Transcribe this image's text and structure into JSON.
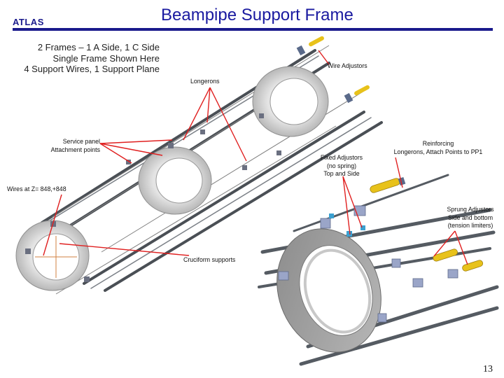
{
  "header": {
    "logo_text": "ATLAS",
    "title": "Beampipe Support Frame"
  },
  "description": {
    "lines": [
      "2 Frames – 1 A Side, 1 C Side",
      "Single Frame Shown Here",
      "4 Support Wires, 1 Support Plane"
    ]
  },
  "labels": {
    "wire_adjustors": "Wire Adjustors",
    "longerons": "Longerons",
    "service_panel": [
      "Service panel",
      "Attachment points"
    ],
    "fixed_adjustors": [
      "Fixed Adjustors",
      "(no spring)",
      "Top and Side"
    ],
    "reinforcing": [
      "Reinforcing",
      "Longerons, Attach Points to PP1"
    ],
    "wires_at_z": "Wires at Z= 848,+848",
    "sprung_adjustors": [
      "Sprung Adjustors",
      "Side and bottom",
      "(tension limiters)"
    ],
    "cruciform": "Cruciform supports"
  },
  "footer": {
    "page_number": "13"
  },
  "colors": {
    "title_blue": "#1a1aa0",
    "rule_blue": "#1a1a8c",
    "callout_red": "#e02020",
    "ring_gray": "#cfcfcf",
    "rod_dark": "#4a4f55",
    "adjustor_yellow": "#e8c21a"
  }
}
